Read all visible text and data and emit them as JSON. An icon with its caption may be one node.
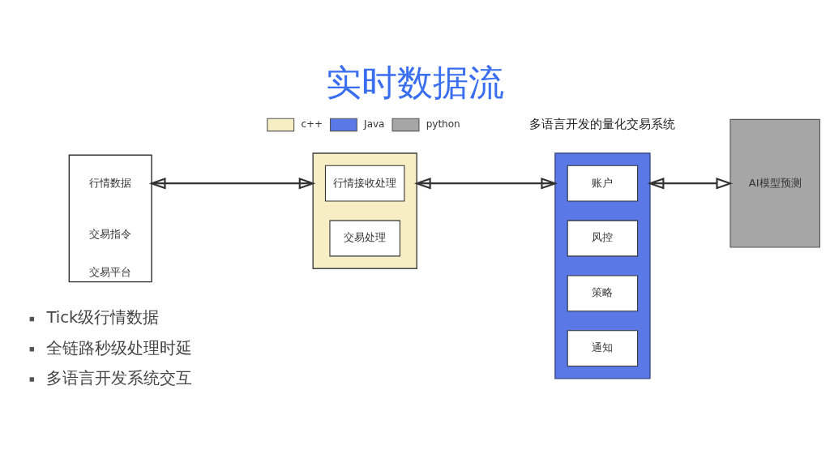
{
  "diagram": {
    "title": "实时数据流",
    "caption": "多语言开发的量化交易系统",
    "nodes": [
      {
        "text": [
          "交易平台"
        ]
      },
      {
        "text": [
          "行情数据"
        ],
        "in": 0
      },
      {
        "text": [
          "交易指令"
        ],
        "in": 0
      },
      {
        "text": [],
        "shape": "box"
      },
      {
        "text": [
          "行情接收处理"
        ],
        "in": 3
      },
      {
        "text": [
          "交易处理"
        ],
        "in": 3
      },
      {
        "text": [],
        "shape": "box"
      },
      {
        "text": [
          "账户"
        ],
        "in": 6
      },
      {
        "text": [
          "风控"
        ],
        "in": 6
      },
      {
        "text": [
          "策略"
        ],
        "in": 6
      },
      {
        "text": [
          "通知"
        ],
        "in": 6
      },
      {
        "text": [
          "AI模型预测"
        ]
      }
    ],
    "edges": [
      {
        "from": 0,
        "to": 3,
        "arrow": "both"
      },
      {
        "from": 3,
        "to": 6,
        "arrow": "both"
      },
      {
        "from": 6,
        "to": 11,
        "arrow": "both"
      }
    ],
    "labels": [
      "Tick级行情数据",
      "全链路秒级处理时延",
      "多语言开发系统交互"
    ],
    "legend": [
      {
        "text": "c++",
        "color": "#f7eec6"
      },
      {
        "text": "Java",
        "color": "#5a78e6"
      },
      {
        "text": "python",
        "color": "#a6a6a6"
      }
    ]
  }
}
